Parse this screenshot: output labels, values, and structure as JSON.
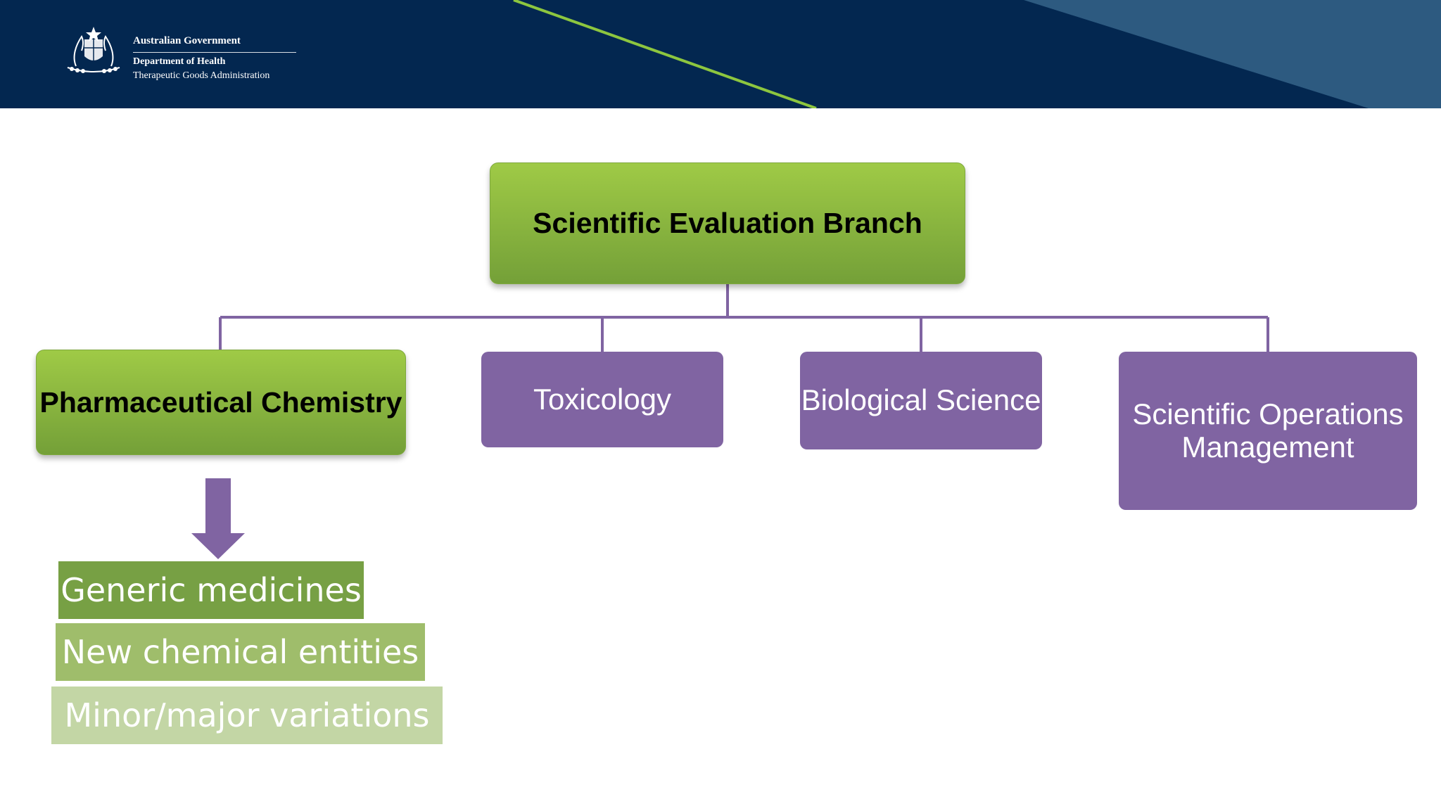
{
  "header": {
    "government": "Australian Government",
    "department": "Department of Health",
    "agency": "Therapeutic Goods Administration",
    "colors": {
      "navy": "#032750",
      "steel_blue": "#2d5a80",
      "lime_stripe": "#8dc63f"
    }
  },
  "org_chart": {
    "root": {
      "label": "Scientific Evaluation Branch"
    },
    "children": [
      {
        "label": "Pharmaceutical Chemistry",
        "highlighted": true
      },
      {
        "label": "Toxicology",
        "highlighted": false
      },
      {
        "label": "Biological Science",
        "highlighted": false
      },
      {
        "label": "Scientific Operations Management",
        "highlighted": false
      }
    ],
    "colors": {
      "highlight_green": "#8dbb40",
      "unit_purple": "#8064a2",
      "connector": "#8064a2"
    }
  },
  "pharmaceutical_chemistry_areas": [
    {
      "label": "Generic medicines",
      "color": "#77a044"
    },
    {
      "label": "New chemical entities",
      "color": "#9fbd6b"
    },
    {
      "label": "Minor/major variations",
      "color": "#c3d6a5"
    }
  ]
}
